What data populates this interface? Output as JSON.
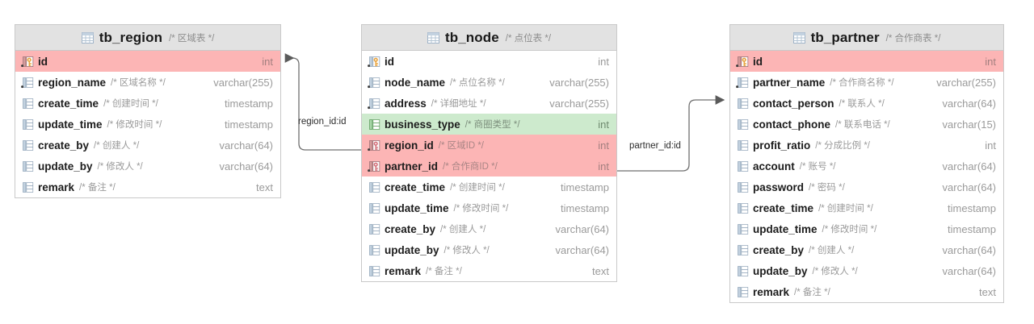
{
  "diagram": {
    "type": "er-diagram",
    "background": "#ffffff",
    "colors": {
      "header_bg": "#e2e2e2",
      "border": "#c9c9c9",
      "pk_highlight": "#fcb5b5",
      "green_highlight": "#cdeacd",
      "text": "#1c1c1c",
      "comment": "#9a9a9a",
      "type": "#9a9a9a",
      "edge": "#6f6f6f"
    },
    "tables": [
      {
        "name": "tb_region",
        "comment": "/* 区域表 */",
        "header_icon": "table-grid-icon",
        "columns": [
          {
            "icon": "primary-key-icon",
            "name": "id",
            "comment": "",
            "type": "int",
            "highlight": "pk"
          },
          {
            "icon": "not-null-column-icon",
            "name": "region_name",
            "comment": "/* 区域名称 */",
            "type": "varchar(255)",
            "highlight": "none"
          },
          {
            "icon": "column-icon",
            "name": "create_time",
            "comment": "/* 创建时间 */",
            "type": "timestamp",
            "highlight": "none"
          },
          {
            "icon": "column-icon",
            "name": "update_time",
            "comment": "/* 修改时间 */",
            "type": "timestamp",
            "highlight": "none"
          },
          {
            "icon": "column-icon",
            "name": "create_by",
            "comment": "/* 创建人 */",
            "type": "varchar(64)",
            "highlight": "none"
          },
          {
            "icon": "column-icon",
            "name": "update_by",
            "comment": "/* 修改人 */",
            "type": "varchar(64)",
            "highlight": "none"
          },
          {
            "icon": "column-icon",
            "name": "remark",
            "comment": "/* 备注 */",
            "type": "text",
            "highlight": "none"
          }
        ]
      },
      {
        "name": "tb_node",
        "comment": "/* 点位表 */",
        "header_icon": "table-grid-icon",
        "columns": [
          {
            "icon": "primary-key-icon",
            "name": "id",
            "comment": "",
            "type": "int",
            "highlight": "none"
          },
          {
            "icon": "not-null-column-icon",
            "name": "node_name",
            "comment": "/* 点位名称 */",
            "type": "varchar(255)",
            "highlight": "none"
          },
          {
            "icon": "not-null-column-icon",
            "name": "address",
            "comment": "/* 详细地址 */",
            "type": "varchar(255)",
            "highlight": "none"
          },
          {
            "icon": "column-icon",
            "name": "business_type",
            "comment": "/* 商圈类型 */",
            "type": "int",
            "highlight": "green"
          },
          {
            "icon": "foreign-key-icon",
            "name": "region_id",
            "comment": "/* 区域ID */",
            "type": "int",
            "highlight": "pk"
          },
          {
            "icon": "foreign-key-icon",
            "name": "partner_id",
            "comment": "/* 合作商ID */",
            "type": "int",
            "highlight": "pk"
          },
          {
            "icon": "column-icon",
            "name": "create_time",
            "comment": "/* 创建时间 */",
            "type": "timestamp",
            "highlight": "none"
          },
          {
            "icon": "column-icon",
            "name": "update_time",
            "comment": "/* 修改时间 */",
            "type": "timestamp",
            "highlight": "none"
          },
          {
            "icon": "column-icon",
            "name": "create_by",
            "comment": "/* 创建人 */",
            "type": "varchar(64)",
            "highlight": "none"
          },
          {
            "icon": "column-icon",
            "name": "update_by",
            "comment": "/* 修改人 */",
            "type": "varchar(64)",
            "highlight": "none"
          },
          {
            "icon": "column-icon",
            "name": "remark",
            "comment": "/* 备注 */",
            "type": "text",
            "highlight": "none"
          }
        ]
      },
      {
        "name": "tb_partner",
        "comment": "/* 合作商表 */",
        "header_icon": "table-grid-icon",
        "columns": [
          {
            "icon": "primary-key-icon",
            "name": "id",
            "comment": "",
            "type": "int",
            "highlight": "pk"
          },
          {
            "icon": "not-null-column-icon",
            "name": "partner_name",
            "comment": "/* 合作商名称 */",
            "type": "varchar(255)",
            "highlight": "none"
          },
          {
            "icon": "column-icon",
            "name": "contact_person",
            "comment": "/* 联系人 */",
            "type": "varchar(64)",
            "highlight": "none"
          },
          {
            "icon": "column-icon",
            "name": "contact_phone",
            "comment": "/* 联系电话 */",
            "type": "varchar(15)",
            "highlight": "none"
          },
          {
            "icon": "column-icon",
            "name": "profit_ratio",
            "comment": "/* 分成比例 */",
            "type": "int",
            "highlight": "none"
          },
          {
            "icon": "column-icon",
            "name": "account",
            "comment": "/* 账号 */",
            "type": "varchar(64)",
            "highlight": "none"
          },
          {
            "icon": "column-icon",
            "name": "password",
            "comment": "/* 密码 */",
            "type": "varchar(64)",
            "highlight": "none"
          },
          {
            "icon": "column-icon",
            "name": "create_time",
            "comment": "/* 创建时间 */",
            "type": "timestamp",
            "highlight": "none"
          },
          {
            "icon": "column-icon",
            "name": "update_time",
            "comment": "/* 修改时间 */",
            "type": "timestamp",
            "highlight": "none"
          },
          {
            "icon": "column-icon",
            "name": "create_by",
            "comment": "/* 创建人 */",
            "type": "varchar(64)",
            "highlight": "none"
          },
          {
            "icon": "column-icon",
            "name": "update_by",
            "comment": "/* 修改人 */",
            "type": "varchar(64)",
            "highlight": "none"
          },
          {
            "icon": "column-icon",
            "name": "remark",
            "comment": "/* 备注 */",
            "type": "text",
            "highlight": "none"
          }
        ]
      }
    ],
    "relationships": [
      {
        "label": "region_id:id",
        "from_table": "tb_node",
        "from_column": "region_id",
        "to_table": "tb_region",
        "to_column": "id"
      },
      {
        "label": "partner_id:id",
        "from_table": "tb_node",
        "from_column": "partner_id",
        "to_table": "tb_partner",
        "to_column": "id"
      }
    ]
  }
}
